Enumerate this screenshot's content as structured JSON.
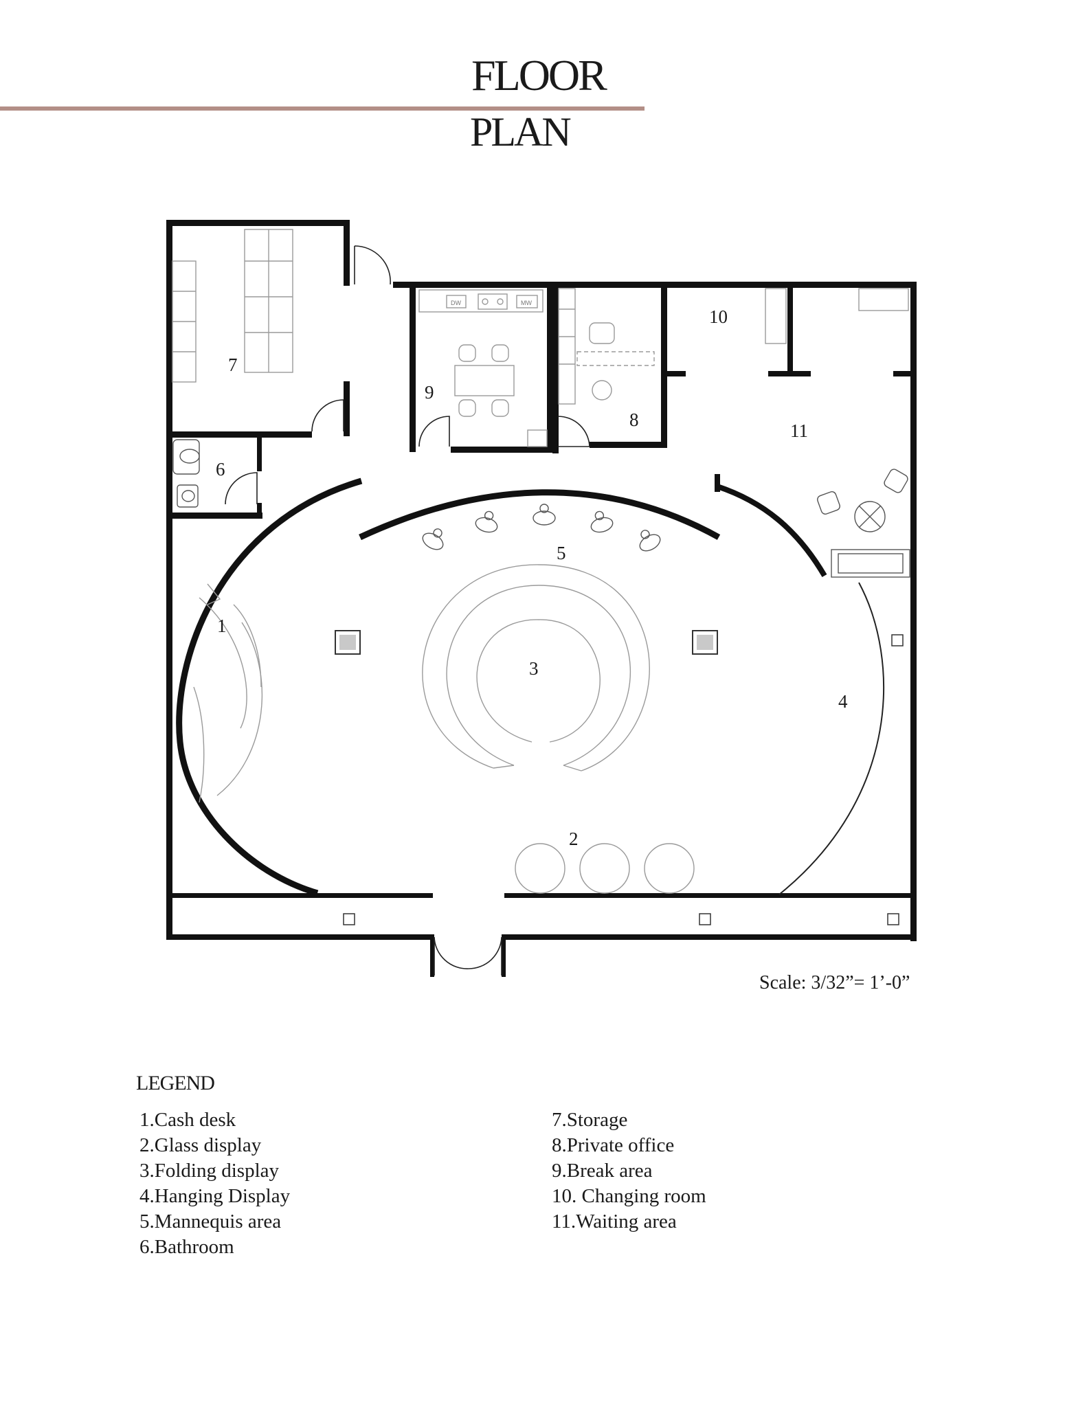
{
  "title": {
    "line1": "FLOOR",
    "line2": "PLAN"
  },
  "rooms": [
    {
      "num": "1"
    },
    {
      "num": "2"
    },
    {
      "num": "3"
    },
    {
      "num": "4"
    },
    {
      "num": "5"
    },
    {
      "num": "6"
    },
    {
      "num": "7"
    },
    {
      "num": "8"
    },
    {
      "num": "9"
    },
    {
      "num": "10"
    },
    {
      "num": "11"
    }
  ],
  "appliances": {
    "dw": "DW",
    "mw": "MW"
  },
  "scale": "Scale: 3/32”= 1’-0”",
  "legend": {
    "title": "LEGEND",
    "left": [
      "1.Cash desk",
      "2.Glass display",
      "3.Folding display",
      "4.Hanging Display",
      "5.Mannequis area",
      "6.Bathroom"
    ],
    "right": [
      "7.Storage",
      "8.Private office",
      "9.Break area",
      "10. Changing room",
      "11.Waiting area"
    ]
  },
  "colors": {
    "accent_rule": "#b38f87",
    "wall": "#111111"
  }
}
